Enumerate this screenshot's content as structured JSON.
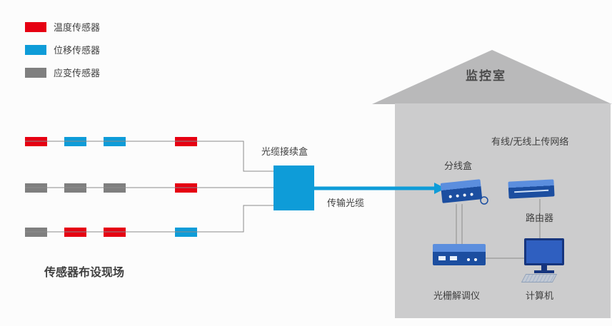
{
  "legend": {
    "items": [
      {
        "id": "temperature",
        "label": "温度传感器",
        "color": "#e60012"
      },
      {
        "id": "displacement",
        "label": "位移传感器",
        "color": "#0e9cd8"
      },
      {
        "id": "strain",
        "label": "应变传感器",
        "color": "#7f7f7f"
      }
    ]
  },
  "colors": {
    "red": "#e60012",
    "blue": "#0e9cd8",
    "gray": "#7f7f7f",
    "cable": "#0e9cd8",
    "line": "#8c8c8c",
    "house_body": "#cccccd",
    "house_roof": "#b9b9ba"
  },
  "sensor_rows": [
    {
      "sensors": [
        "red",
        "blue",
        "blue",
        "red"
      ]
    },
    {
      "sensors": [
        "gray",
        "gray",
        "gray",
        "red"
      ]
    },
    {
      "sensors": [
        "gray",
        "red",
        "red",
        "blue"
      ]
    }
  ],
  "labels": {
    "splice_box": "光缆接续盒",
    "transmission_cable": "传输光缆",
    "sensor_site": "传感器布设现场",
    "monitor_room": "监控室",
    "distribution_box": "分线盒",
    "upload_network": "有线/无线上传网络",
    "router": "路由器",
    "demodulator": "光栅解调仪",
    "computer": "计算机"
  }
}
